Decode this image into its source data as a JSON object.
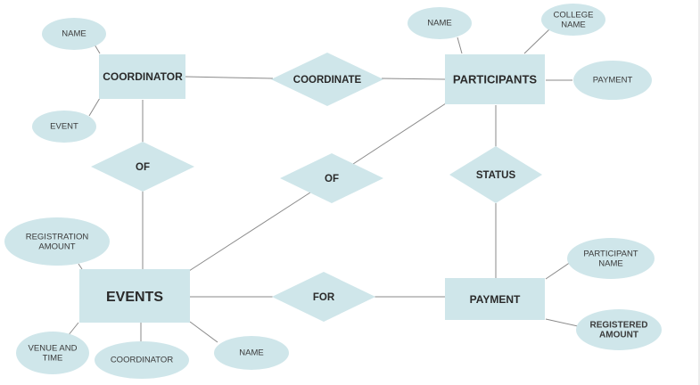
{
  "entities": {
    "coordinator": "COORDINATOR",
    "participants": "PARTICIPANTS",
    "events": "EVENTS",
    "payment": "PAYMENT"
  },
  "relationships": {
    "coordinate": "COORDINATE",
    "of_left": "OF",
    "of_middle": "OF",
    "status": "STATUS",
    "for": "FOR"
  },
  "attributes": {
    "coord_name": "NAME",
    "coord_event": "EVENT",
    "part_name": "NAME",
    "part_college_name": [
      "COLLEGE",
      "NAME"
    ],
    "part_payment": "PAYMENT",
    "events_registration_amount": [
      "REGISTRATION",
      "AMOUNT"
    ],
    "events_venue_time": [
      "VENUE AND",
      "TIME"
    ],
    "events_coordinator": "COORDINATOR",
    "events_name": "NAME",
    "payment_participant_name": [
      "PARTICIPANT",
      "NAME"
    ],
    "payment_registered_amount": [
      "REGISTERED",
      "AMOUNT"
    ]
  },
  "colors": {
    "shape_fill": "#cfe6ea",
    "connector": "#8a8a8a",
    "text": "#2a2a2a"
  }
}
